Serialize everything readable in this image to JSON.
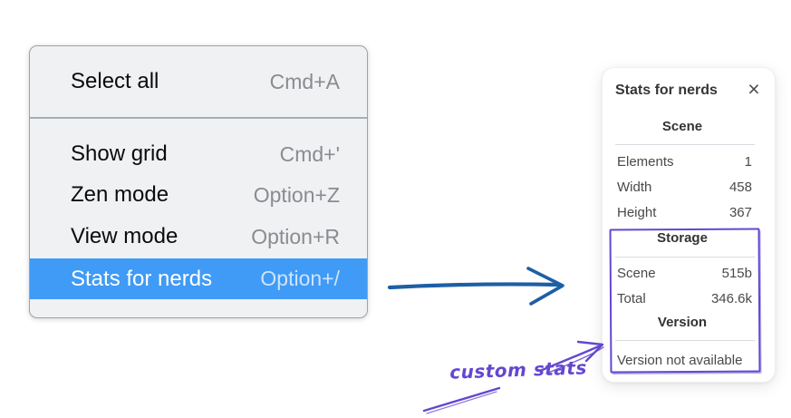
{
  "context_menu": {
    "items": [
      {
        "label": "Select all",
        "shortcut": "Cmd+A",
        "selected": false
      },
      {
        "label": "Show grid",
        "shortcut": "Cmd+'",
        "selected": false
      },
      {
        "label": "Zen mode",
        "shortcut": "Option+Z",
        "selected": false
      },
      {
        "label": "View mode",
        "shortcut": "Option+R",
        "selected": false
      },
      {
        "label": "Stats for nerds",
        "shortcut": "Option+/",
        "selected": true
      }
    ],
    "colors": {
      "highlight": "#3f9bf5",
      "menu_bg": "#eff1f3",
      "shortcut_text": "#8b8b90"
    }
  },
  "stats_panel": {
    "title": "Stats for nerds",
    "close_icon": "×",
    "sections": [
      {
        "heading": "Scene",
        "rows": [
          {
            "label": "Elements",
            "value": "1"
          },
          {
            "label": "Width",
            "value": "458"
          },
          {
            "label": "Height",
            "value": "367"
          }
        ]
      },
      {
        "heading": "Storage",
        "rows": [
          {
            "label": "Scene",
            "value": "515b"
          },
          {
            "label": "Total",
            "value": "346.6k"
          }
        ]
      },
      {
        "heading": "Version",
        "rows": [],
        "note": "Version not available"
      }
    ]
  },
  "annotations": {
    "custom_stats_label": "custom stats",
    "colors": {
      "blue_arrow": "#1d5fa5",
      "purple": "#6447d0"
    }
  }
}
